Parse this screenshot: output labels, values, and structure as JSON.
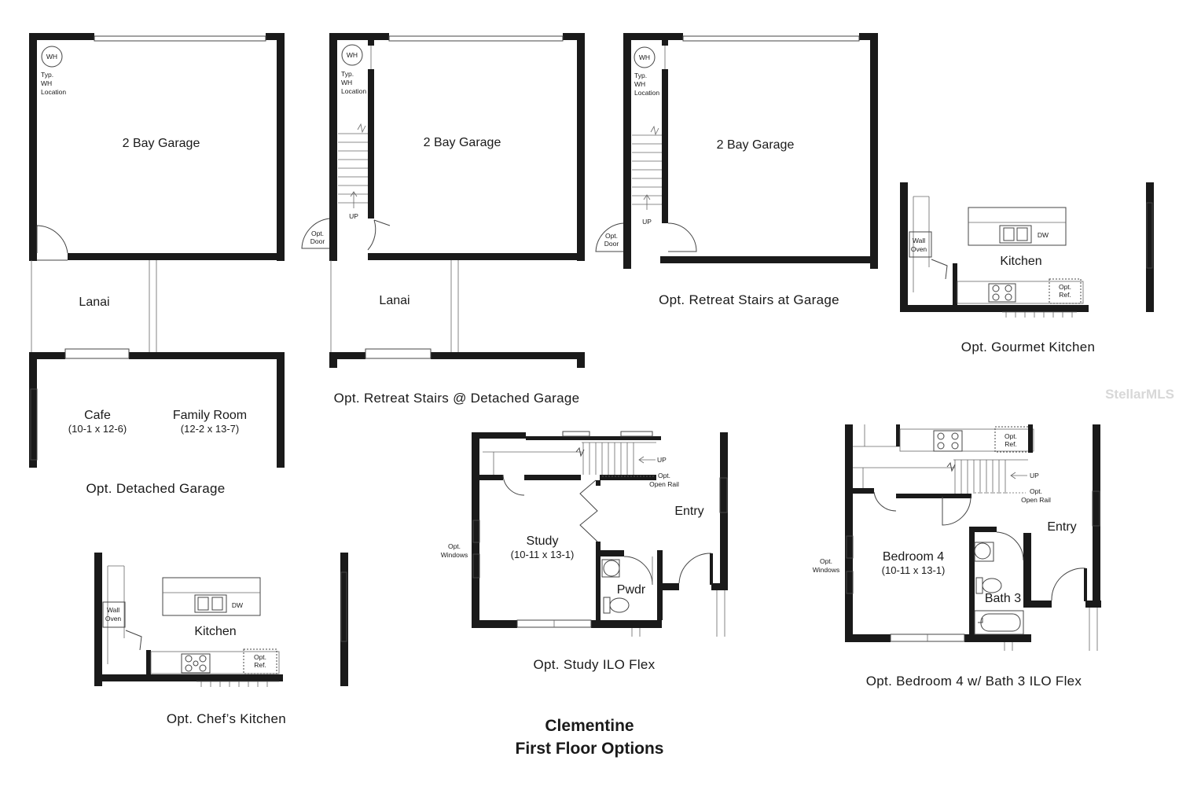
{
  "detached_garage": {
    "wh": "WH",
    "wh_note": [
      "Typ.",
      "WH",
      "Location"
    ],
    "garage": "2 Bay Garage",
    "lanai": "Lanai",
    "cafe": "Cafe",
    "cafe_dim": "(10-1 x 12-6)",
    "family": "Family Room",
    "family_dim": "(12-2 x 13-7)",
    "caption": "Opt. Detached Garage"
  },
  "retreat_detached": {
    "wh": "WH",
    "wh_note": [
      "Typ.",
      "WH",
      "Location"
    ],
    "garage": "2 Bay Garage",
    "up": "UP",
    "opt_door": [
      "Opt.",
      "Door"
    ],
    "lanai": "Lanai",
    "caption": "Opt. Retreat Stairs @ Detached Garage"
  },
  "retreat_garage": {
    "wh": "WH",
    "wh_note": [
      "Typ.",
      "WH",
      "Location"
    ],
    "garage": "2 Bay Garage",
    "up": "UP",
    "opt_door": [
      "Opt.",
      "Door"
    ],
    "caption": "Opt. Retreat Stairs at Garage"
  },
  "gourmet_kitchen": {
    "wall_oven": [
      "Wall",
      "Oven"
    ],
    "dw": "DW",
    "kitchen": "Kitchen",
    "opt_ref": [
      "Opt.",
      "Ref."
    ],
    "caption": "Opt. Gourmet Kitchen"
  },
  "chef_kitchen": {
    "wall_oven": [
      "Wall",
      "Oven"
    ],
    "dw": "DW",
    "kitchen": "Kitchen",
    "opt_ref": [
      "Opt.",
      "Ref."
    ],
    "caption": "Opt. Chef’s Kitchen"
  },
  "study": {
    "up": "UP",
    "open_rail": [
      "Opt.",
      "Open Rail"
    ],
    "entry": "Entry",
    "opt_windows": [
      "Opt.",
      "Windows"
    ],
    "study": "Study",
    "study_dim": "(10-11 x 13-1)",
    "pwdr": "Pwdr",
    "caption": "Opt. Study ILO Flex"
  },
  "bedroom4": {
    "opt_ref": [
      "Opt.",
      "Ref."
    ],
    "up": "UP",
    "open_rail": [
      "Opt.",
      "Open Rail"
    ],
    "entry": "Entry",
    "opt_windows": [
      "Opt.",
      "Windows"
    ],
    "bedroom": "Bedroom 4",
    "bedroom_dim": "(10-11 x 13-1)",
    "bath": "Bath 3",
    "caption": "Opt. Bedroom 4 w/ Bath 3 ILO Flex"
  },
  "title": {
    "line1": "Clementine",
    "line2": "First Floor Options"
  },
  "watermark": "StellarMLS"
}
